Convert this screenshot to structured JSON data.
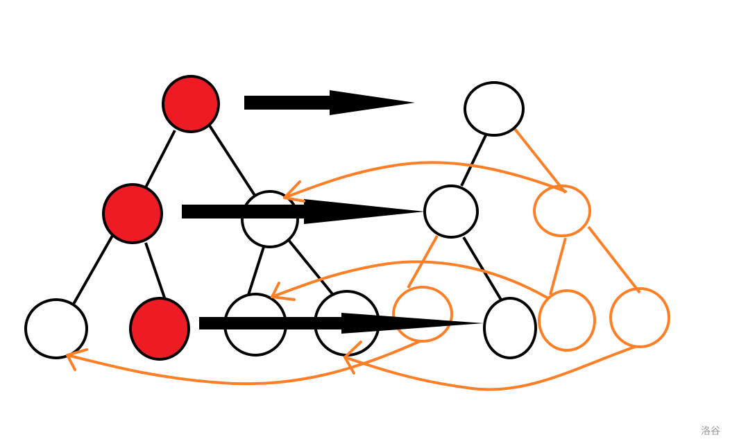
{
  "colors": {
    "red": "#ed1c24",
    "orange": "#ff7f27",
    "black": "#000000",
    "white": "#ffffff"
  },
  "watermark": "洛谷",
  "left_tree": {
    "highlighted_nodes": [
      "root",
      "left",
      "left-right"
    ]
  },
  "right_tree": {
    "copied_nodes": [
      "right",
      "left-left",
      "right-left",
      "right-right"
    ]
  }
}
